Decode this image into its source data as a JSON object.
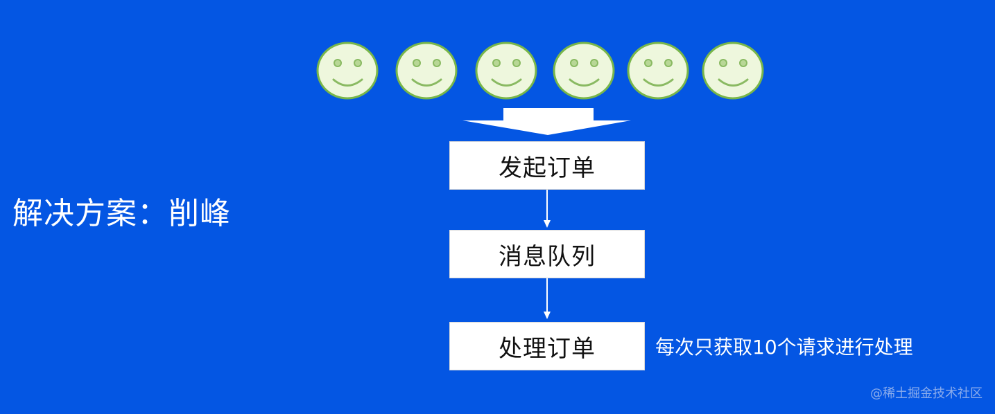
{
  "title": "解决方案：削峰",
  "flow": {
    "step1": "发起订单",
    "step2": "消息队列",
    "step3": "处理订单"
  },
  "note": "每次只获取10个请求进行处理",
  "watermark": "@稀土掘金技术社区",
  "face_icon": "smiley-face-icon",
  "face_count": 6,
  "colors": {
    "background": "#0456e3",
    "face_fill": "#eef7dd",
    "face_stroke": "#78b64a",
    "box_fill": "#ffffff"
  }
}
